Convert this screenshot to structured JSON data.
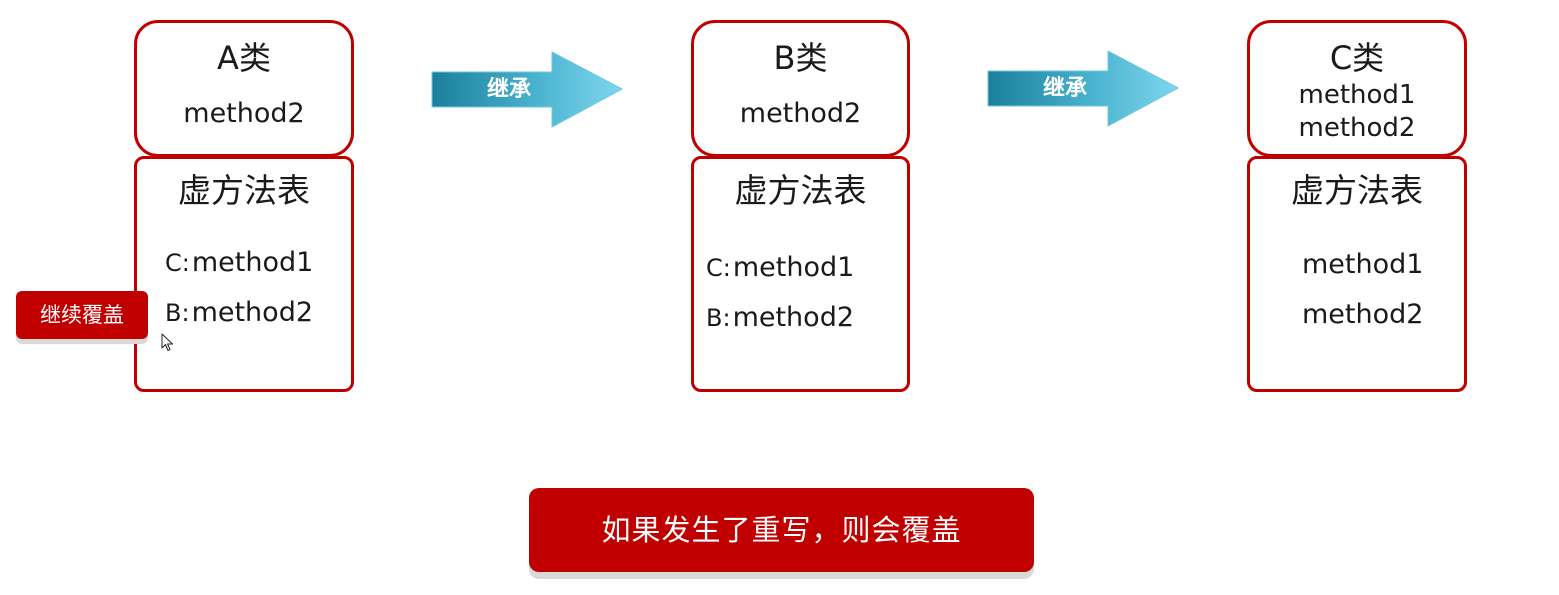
{
  "colors": {
    "border": "#c00000",
    "arrow_light": "#77cfe8",
    "arrow_dark": "#1a7f9a",
    "badge_bg": "#c00000"
  },
  "class_a": {
    "title": "A类",
    "methods": [
      "method2"
    ],
    "vtable_title": "虚方法表",
    "vtable_entries": [
      {
        "source": "C:",
        "method": "method1"
      },
      {
        "source": "B:",
        "method": "method2"
      }
    ]
  },
  "class_b": {
    "title": "B类",
    "methods": [
      "method2"
    ],
    "vtable_title": "虚方法表",
    "vtable_entries": [
      {
        "source": "C:",
        "method": "method1"
      },
      {
        "source": "B:",
        "method": "method2"
      }
    ]
  },
  "class_c": {
    "title": "C类",
    "methods": [
      "method1",
      "method2"
    ],
    "vtable_title": "虚方法表",
    "vtable_entries": [
      {
        "method": "method1"
      },
      {
        "method": "method2"
      }
    ]
  },
  "arrows": [
    {
      "label": "继承",
      "icon": "right-arrow-icon"
    },
    {
      "label": "继承",
      "icon": "right-arrow-icon"
    }
  ],
  "badge": {
    "label": "继续覆盖"
  },
  "banner": {
    "text": "如果发生了重写，则会覆盖"
  },
  "cursor": {
    "icon": "mouse-pointer-icon"
  }
}
